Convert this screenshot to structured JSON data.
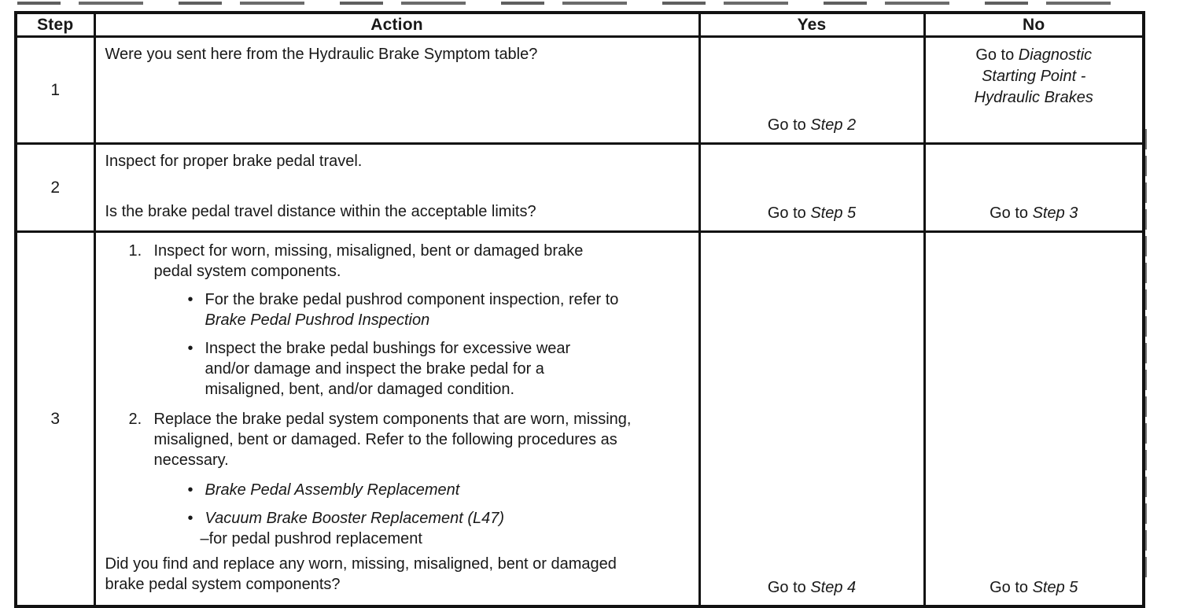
{
  "document": {
    "background": "#ffffff",
    "ink": "#181818",
    "border_color": "#121212"
  },
  "table": {
    "columns": [
      "Step",
      "Action",
      "Yes",
      "No"
    ],
    "rows": [
      {
        "step": "1",
        "action": {
          "question": "Were you sent here from the Hydraulic Brake Symptom table?"
        },
        "yes": {
          "prefix": "Go to",
          "target": "Step 2"
        },
        "no": {
          "prefix": "Go to",
          "target": "Diagnostic Starting Point - Hydraulic Brakes"
        }
      },
      {
        "step": "2",
        "action": {
          "instruction": "Inspect for proper brake pedal travel.",
          "question": "Is the brake pedal travel distance within the acceptable limits?"
        },
        "yes": {
          "prefix": "Go to",
          "target": "Step 5"
        },
        "no": {
          "prefix": "Go to",
          "target": "Step 3"
        }
      },
      {
        "step": "3",
        "action": {
          "numbered": [
            {
              "number": "1.",
              "text": "Inspect for worn, missing, misaligned, bent or damaged brake pedal system components.",
              "bullets": [
                {
                  "text": "For the brake pedal pushrod component inspection, refer to",
                  "ref": "Brake Pedal Pushrod Inspection"
                },
                {
                  "text": "Inspect the brake pedal bushings for excessive wear and/or damage and inspect the brake pedal for a misaligned, bent, and/or damaged condition."
                }
              ]
            },
            {
              "number": "2.",
              "text": "Replace the brake pedal system components that are worn, missing, misaligned, bent or damaged. Refer to the following procedures as necessary.",
              "bullets": [
                {
                  "ref": "Brake Pedal Assembly Replacement"
                },
                {
                  "ref": "Vacuum Brake Booster Replacement (L47)",
                  "note": "–for pedal pushrod replacement"
                }
              ]
            }
          ],
          "question": "Did you find and replace any worn, missing, misaligned, bent or damaged brake pedal system components?"
        },
        "yes": {
          "prefix": "Go to",
          "target": "Step 4"
        },
        "no": {
          "prefix": "Go to",
          "target": "Step 5"
        }
      }
    ]
  }
}
